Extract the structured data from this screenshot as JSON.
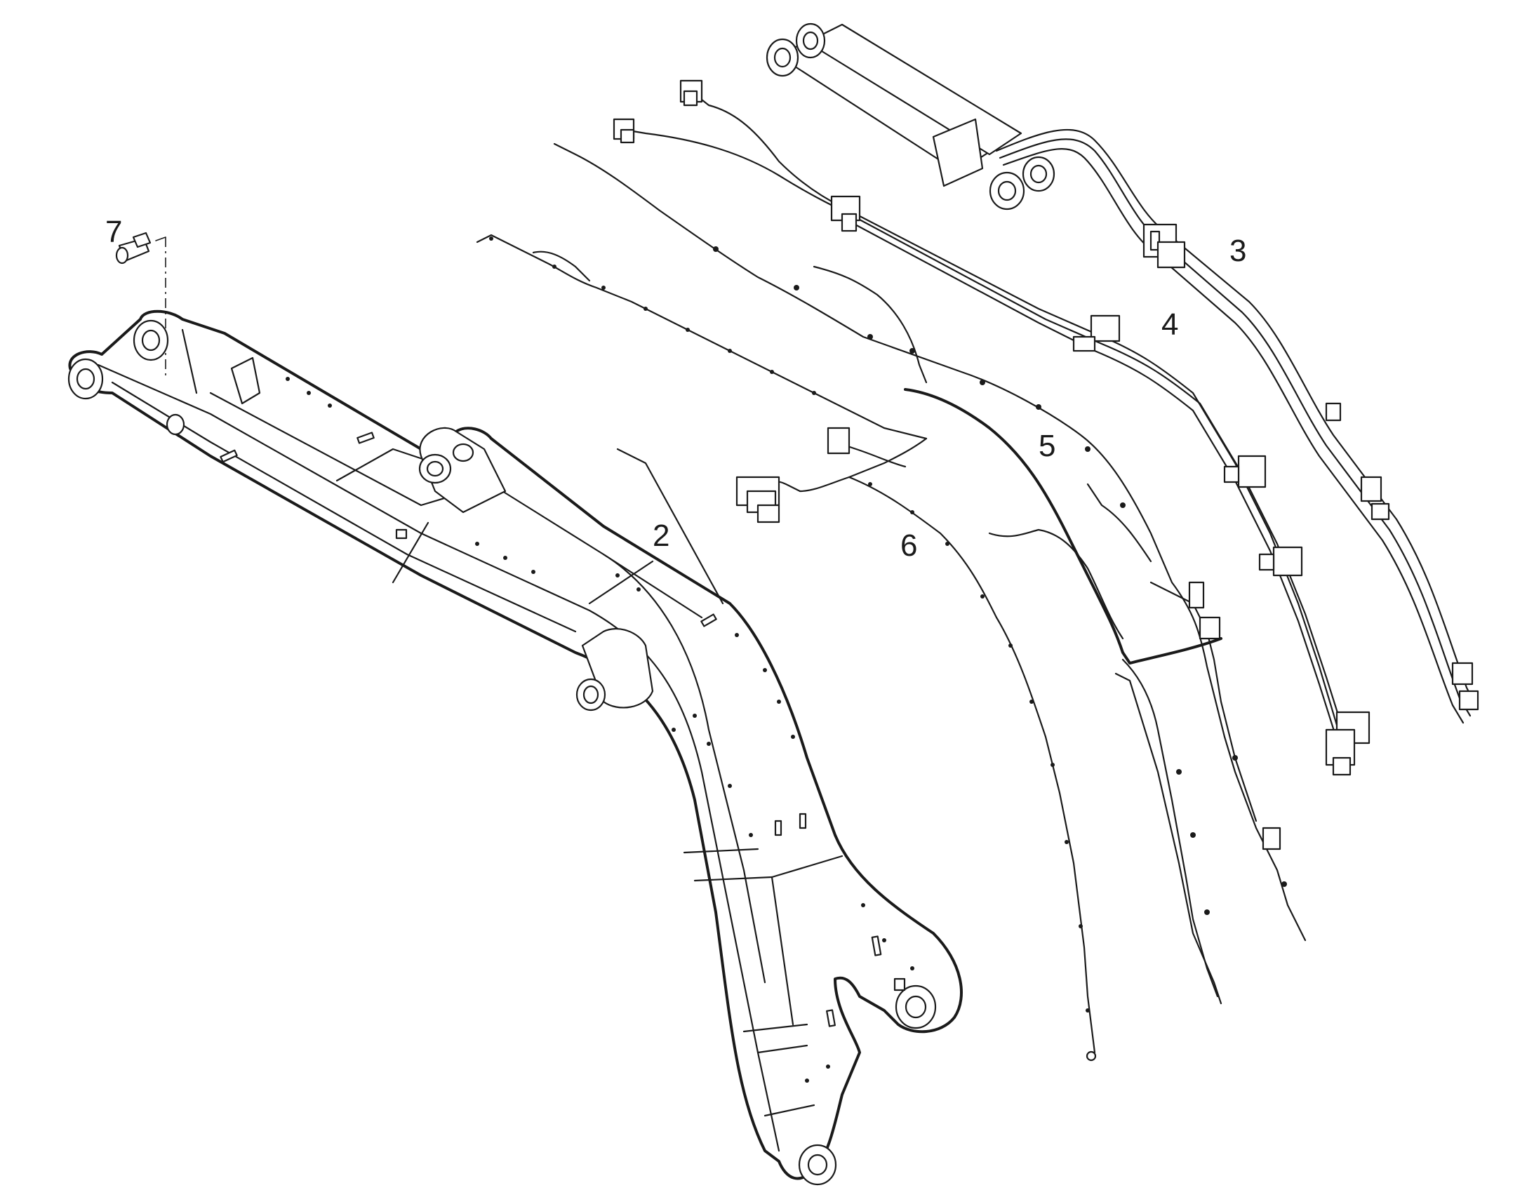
{
  "diagram": {
    "callouts": [
      {
        "id": "callout-7",
        "label": "7"
      },
      {
        "id": "callout-3",
        "label": "3"
      },
      {
        "id": "callout-4",
        "label": "4"
      },
      {
        "id": "callout-5",
        "label": "5"
      },
      {
        "id": "callout-2",
        "label": "2"
      },
      {
        "id": "callout-6",
        "label": "6"
      }
    ]
  }
}
